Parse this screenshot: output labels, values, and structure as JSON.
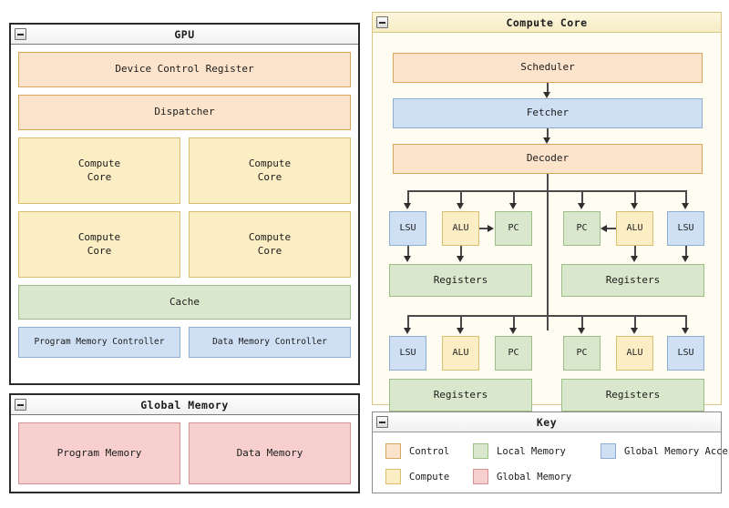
{
  "gpu_panel": {
    "title": "GPU",
    "collapse_icon": "minus-icon",
    "device_control_register": "Device Control Register",
    "dispatcher": "Dispatcher",
    "compute_cores": [
      "Compute\nCore",
      "Compute\nCore",
      "Compute\nCore",
      "Compute\nCore"
    ],
    "cache": "Cache",
    "program_memory_controller": "Program Memory Controller",
    "data_memory_controller": "Data Memory Controller"
  },
  "global_memory_panel": {
    "title": "Global Memory",
    "collapse_icon": "minus-icon",
    "program_memory": "Program Memory",
    "data_memory": "Data Memory"
  },
  "compute_core_panel": {
    "title": "Compute Core",
    "collapse_icon": "minus-icon",
    "scheduler": "Scheduler",
    "fetcher": "Fetcher",
    "decoder": "Decoder",
    "lanes": [
      {
        "threads": [
          {
            "lsu": "LSU",
            "alu": "ALU",
            "pc": "PC",
            "registers": "Registers"
          },
          {
            "pc": "PC",
            "alu": "ALU",
            "lsu": "LSU",
            "registers": "Registers"
          }
        ]
      },
      {
        "threads": [
          {
            "lsu": "LSU",
            "alu": "ALU",
            "pc": "PC",
            "registers": "Registers"
          },
          {
            "pc": "PC",
            "alu": "ALU",
            "lsu": "LSU",
            "registers": "Registers"
          }
        ]
      }
    ]
  },
  "key_panel": {
    "title": "Key",
    "collapse_icon": "minus-icon",
    "entries": [
      {
        "label": "Control",
        "color": "#fce3cb",
        "border": "#d9a45c"
      },
      {
        "label": "Local Memory",
        "color": "#d9e8cd",
        "border": "#9cbd87"
      },
      {
        "label": "Global Memory Access",
        "color": "#cfe0f4",
        "border": "#8fadd1"
      },
      {
        "label": "Compute",
        "color": "#fbeec4",
        "border": "#d9c071"
      },
      {
        "label": "Global Memory",
        "color": "#f7cfcf",
        "border": "#d79292"
      }
    ]
  }
}
